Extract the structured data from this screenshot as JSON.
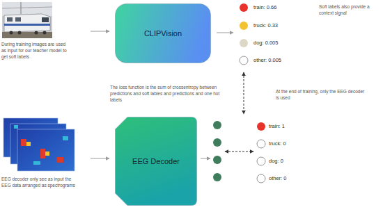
{
  "diagram": {
    "nodes": [
      {
        "text": [
          "CLIPVision"
        ]
      },
      {
        "text": [
          "EEG Decoder"
        ]
      }
    ],
    "labels": [
      "During training images are used as input for our teacher model to get soft labels",
      "train: 0.66",
      "truck: 0.33",
      "dog: 0.005",
      "other: 0.005",
      "Soft labels also provide a context signal",
      "The loss function is the sum of crossentropy between predictions and soft lables and predictions and one hot labels",
      "At the end of training, only the EEG decoder is used",
      "EEG decoder only see as input the EEG data arranged as spectrograms",
      "train: 1",
      "truck: 0",
      "dog: 0",
      "other: 0"
    ]
  }
}
